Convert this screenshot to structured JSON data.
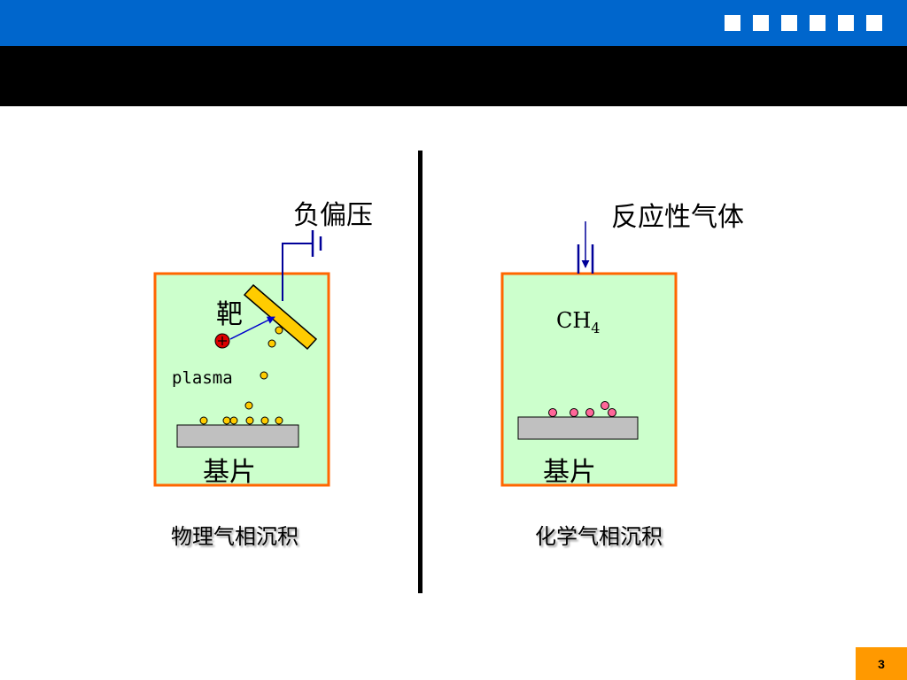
{
  "left": {
    "bias_label": "负偏压",
    "target_label": "靶",
    "plasma_label": "plasma",
    "substrate_label": "基片",
    "caption": "物理气相沉积"
  },
  "right": {
    "gas_label": "反应性气体",
    "formula_main": "CH",
    "formula_sub": "4",
    "substrate_label": "基片",
    "caption": "化学气相沉积"
  },
  "page_number": "3",
  "colors": {
    "header_blue": "#0066cc",
    "chamber_fill": "#ccffcc",
    "chamber_border": "#ff6600",
    "target_fill": "#ffcc00",
    "particle_yellow": "#ffcc00",
    "particle_pink": "#ff6699",
    "ion_red": "#dd0000",
    "wire_blue": "#000099",
    "substrate_gray": "#c0c0c0",
    "page_badge": "#ff9900"
  }
}
